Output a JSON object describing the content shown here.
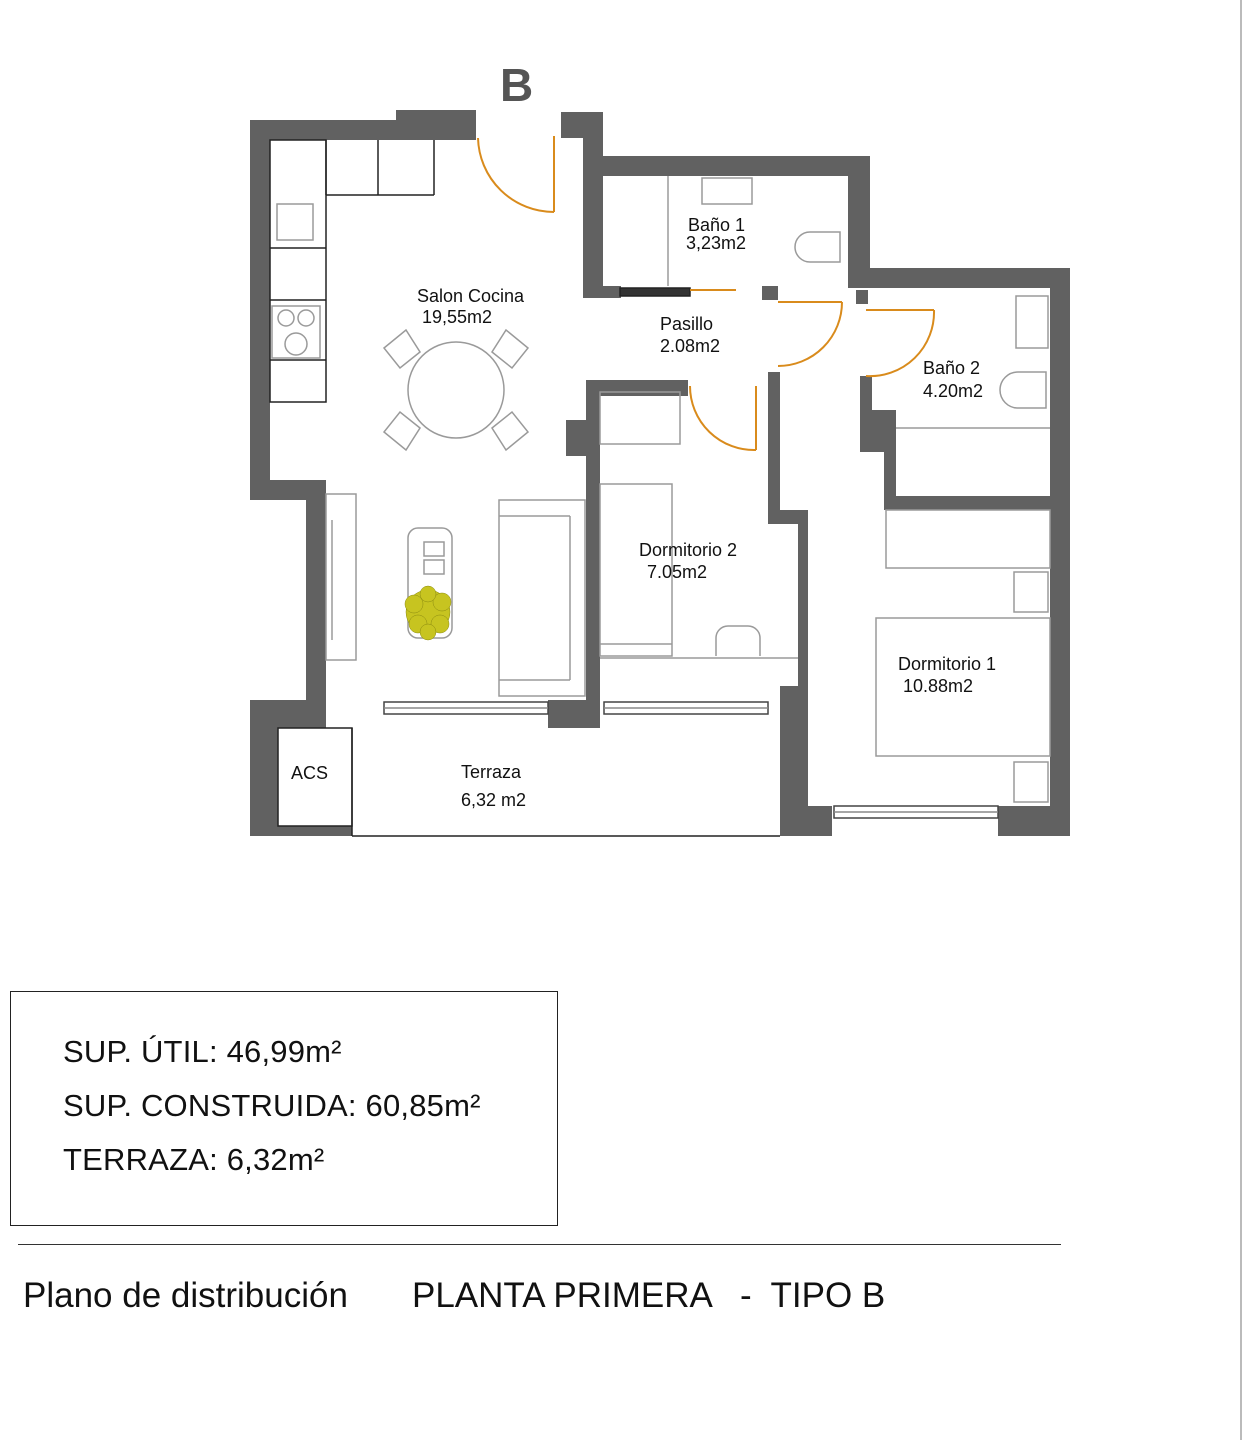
{
  "plan_letter": "B",
  "rooms": [
    {
      "id": "salon",
      "name": "Salon Cocina",
      "area": "19,55m2"
    },
    {
      "id": "pasillo",
      "name": "Pasillo",
      "area": "2.08m2"
    },
    {
      "id": "bano1",
      "name": "Baño 1",
      "area": "3,23m2"
    },
    {
      "id": "bano2",
      "name": "Baño 2",
      "area": "4.20m2"
    },
    {
      "id": "dorm2",
      "name": "Dormitorio 2",
      "area": "7.05m2"
    },
    {
      "id": "dorm1",
      "name": "Dormitorio 1",
      "area": "10.88m2"
    },
    {
      "id": "terraza",
      "name": "Terraza",
      "area": "6,32 m2"
    },
    {
      "id": "acs",
      "name": "ACS",
      "area": ""
    }
  ],
  "summary": {
    "util": "SUP. ÚTIL: 46,99m²",
    "construida": "SUP. CONSTRUIDA: 60,85m²",
    "terraza": "TERRAZA: 6,32m²"
  },
  "footer": {
    "left": "Plano de distribución",
    "right": "PLANTA PRIMERA   -  TIPO B"
  },
  "colors": {
    "wall": "#616161",
    "door": "#d98b1c",
    "furniture": "#9a9a9a",
    "plant": "#c7c420"
  }
}
